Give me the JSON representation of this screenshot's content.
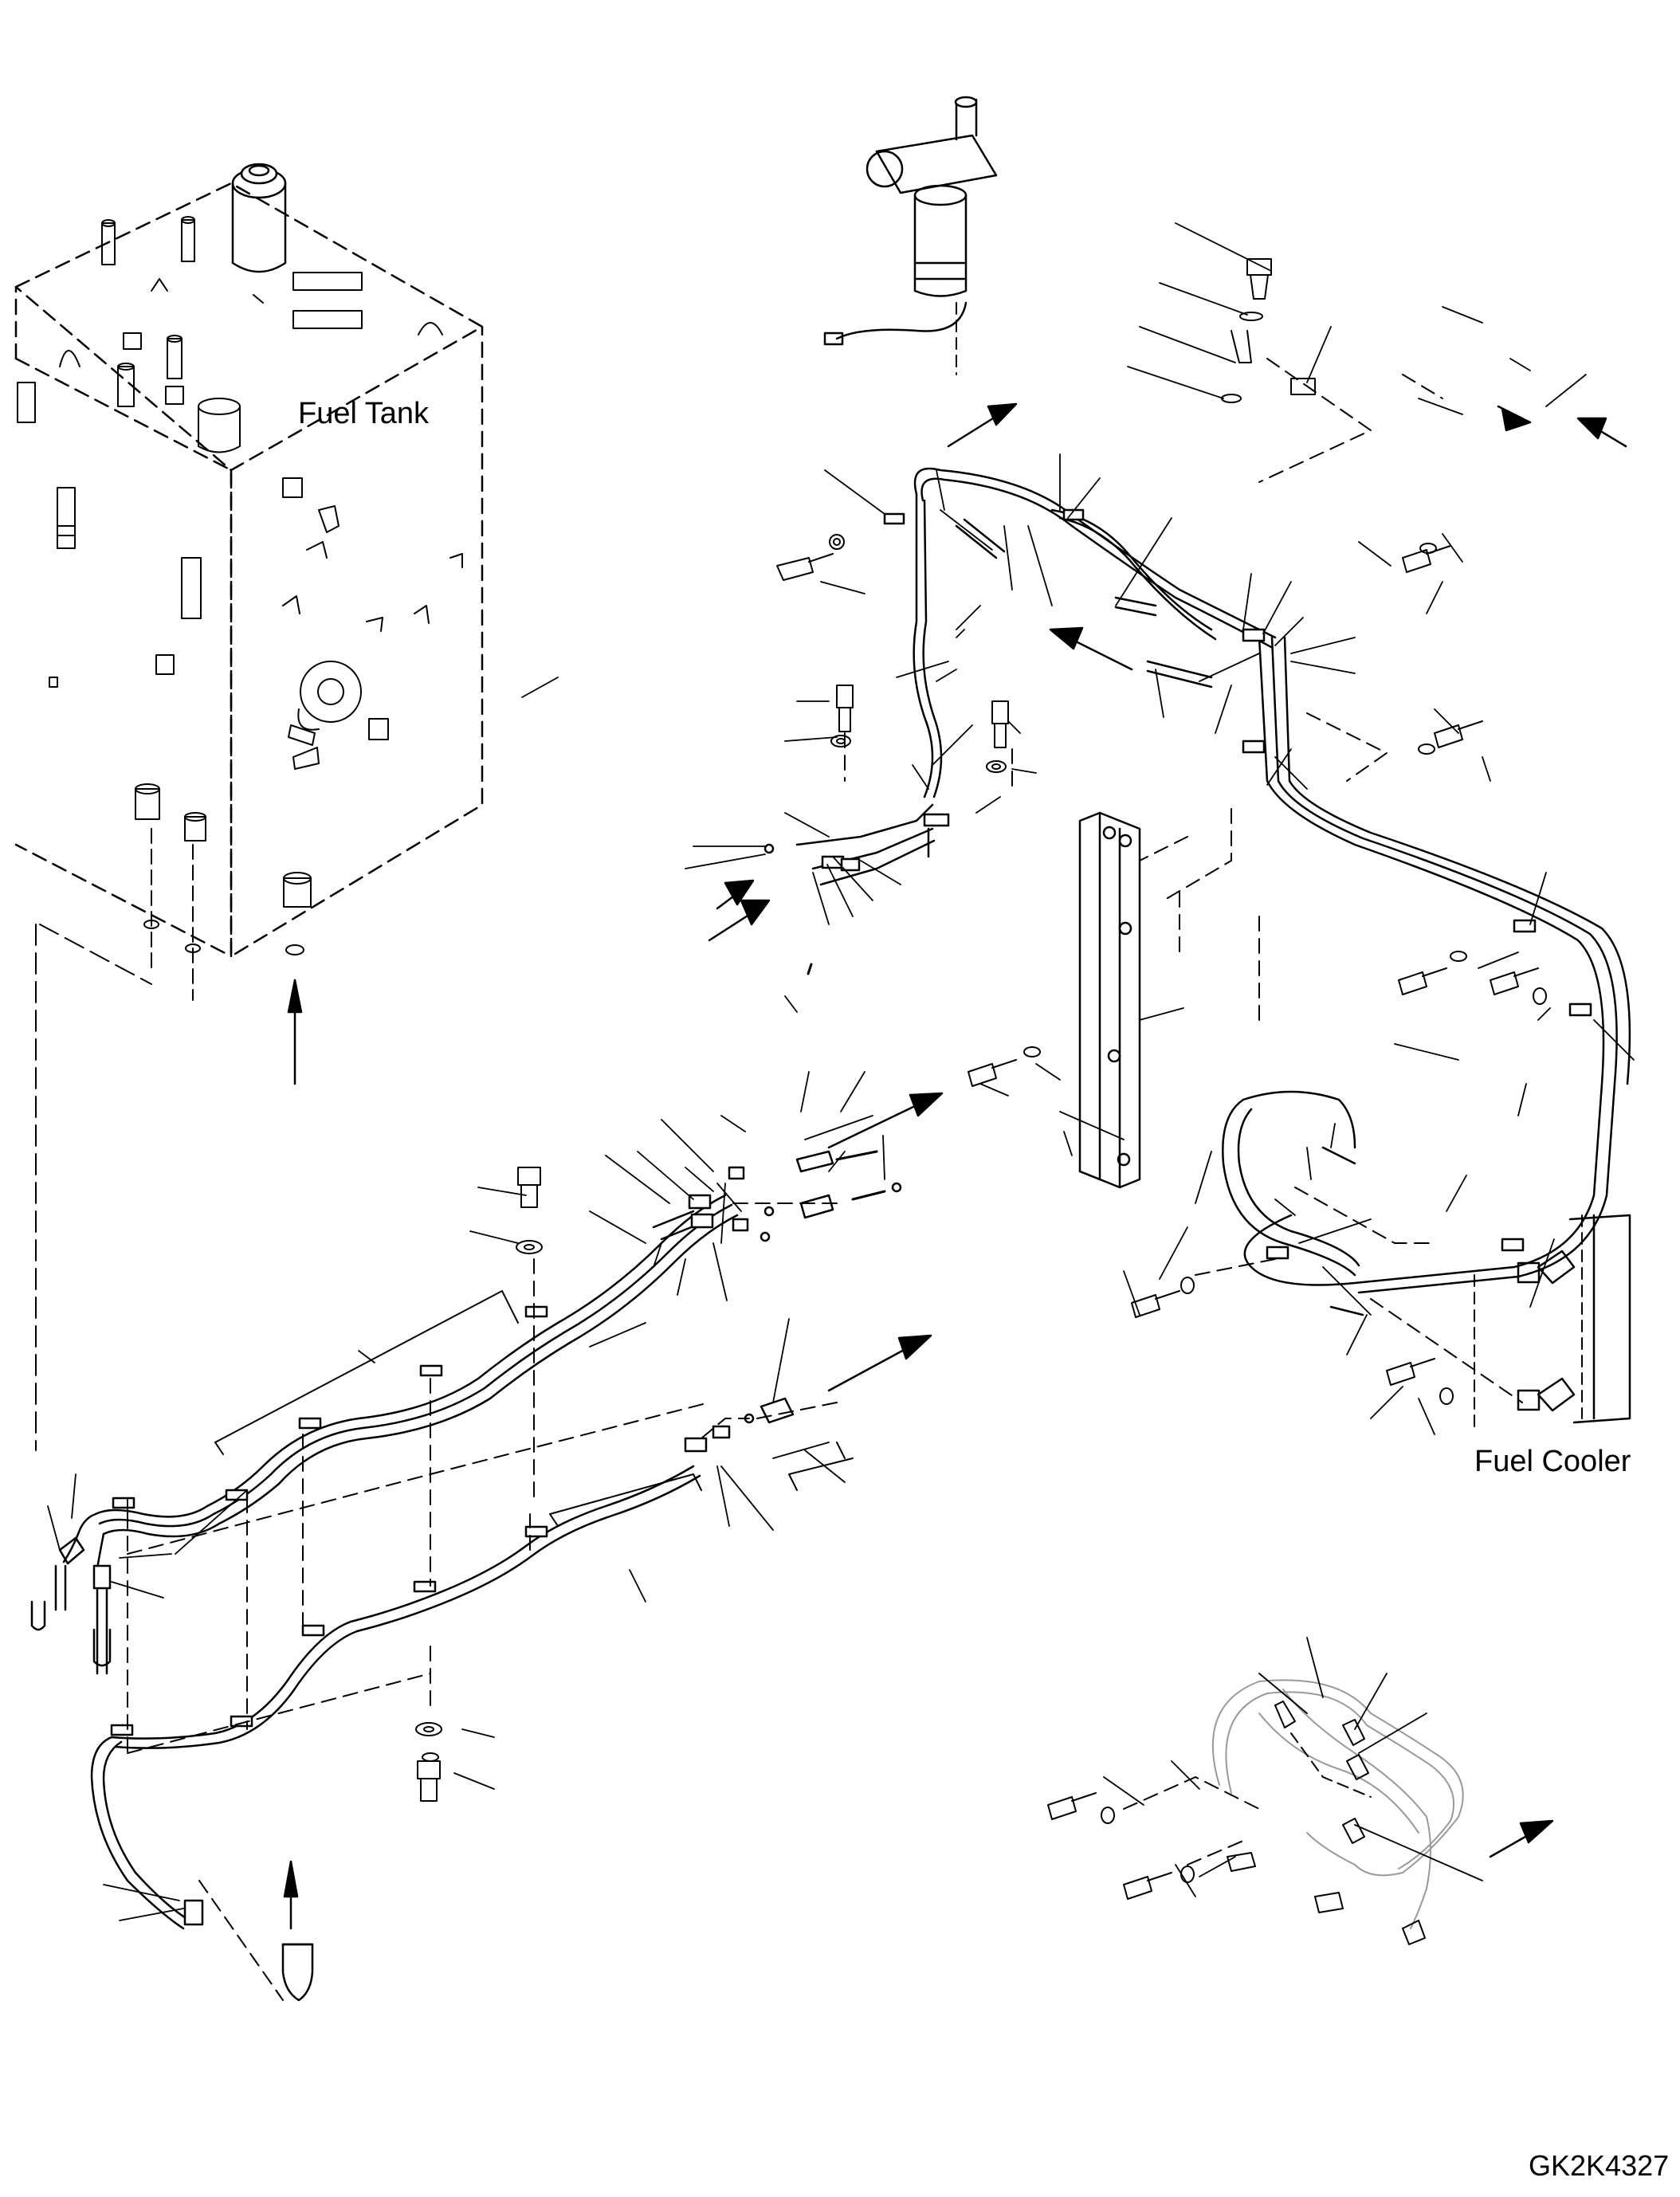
{
  "labels": {
    "fuel_tank": "Fuel Tank",
    "fuel_cooler": "Fuel Cooler",
    "drawing_code": "GK2K4327"
  },
  "colors": {
    "line": "#000000",
    "background": "#ffffff",
    "shade": "#bfbfbf"
  }
}
